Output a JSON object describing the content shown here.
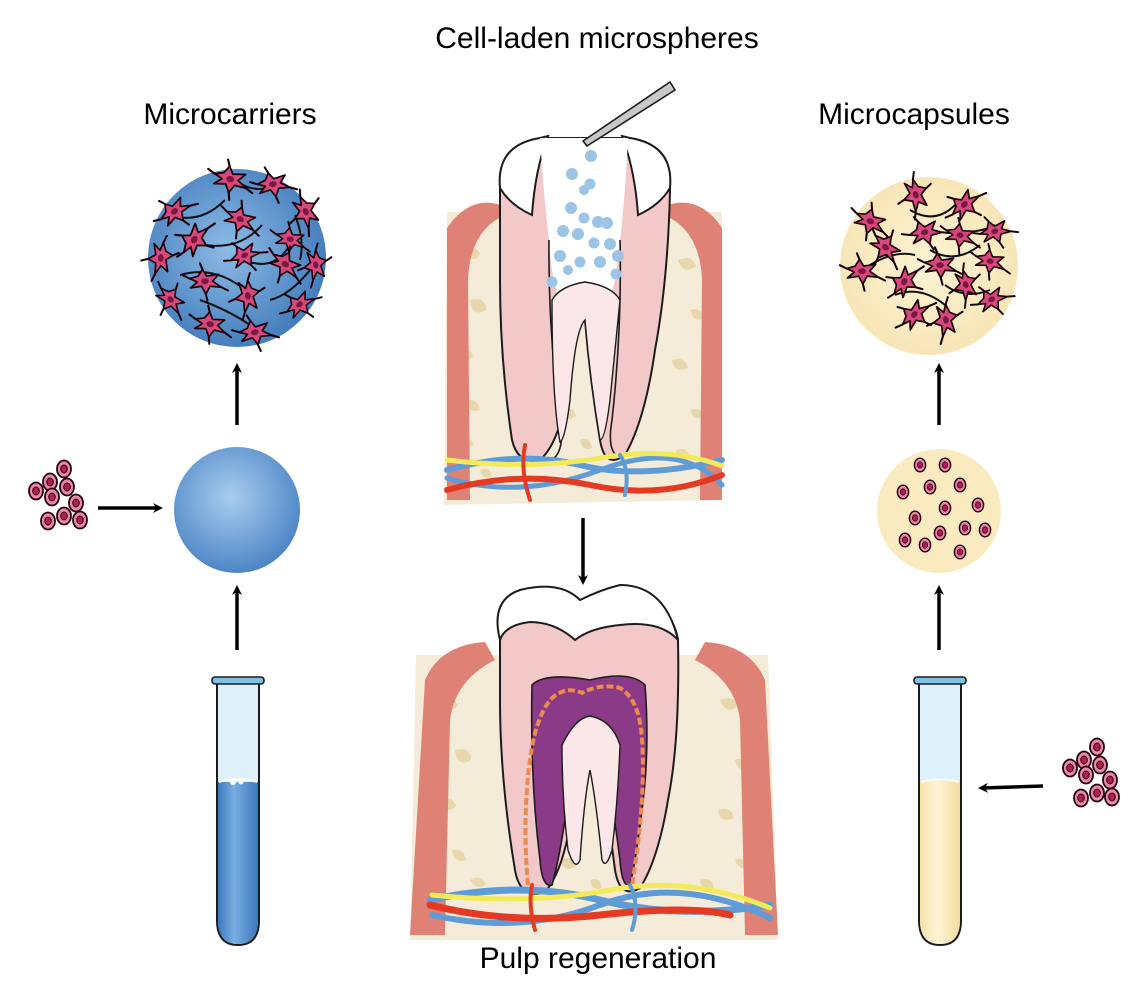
{
  "labels": {
    "top_center": "Cell-laden microspheres",
    "left_heading": "Microcarriers",
    "right_heading": "Microcapsules",
    "bottom_center": "Pulp regeneration"
  },
  "colors": {
    "blue_sphere": "#5b8fcc",
    "capsule_fill": "#faeac0",
    "cell_pink": "#d8487f",
    "gum": "#df8275",
    "bone": "#f4ecd8",
    "dentin": "#f3c8c8",
    "enamel": "#ffffff",
    "pulp_purple": "#8a3a86",
    "nerve_orange": "#ec8a4f",
    "vessel_red": "#e43a24",
    "vessel_blue": "#5f9bd6",
    "nerve_yellow": "#f3ea5a",
    "microsphere_dot": "#9cc4e6",
    "arrow": "#000000"
  },
  "icons": {
    "left_tube": "test-tube-icon",
    "right_tube": "test-tube-icon",
    "syringe": "needle-icon",
    "cell_cluster": "cell-cluster-icon"
  }
}
